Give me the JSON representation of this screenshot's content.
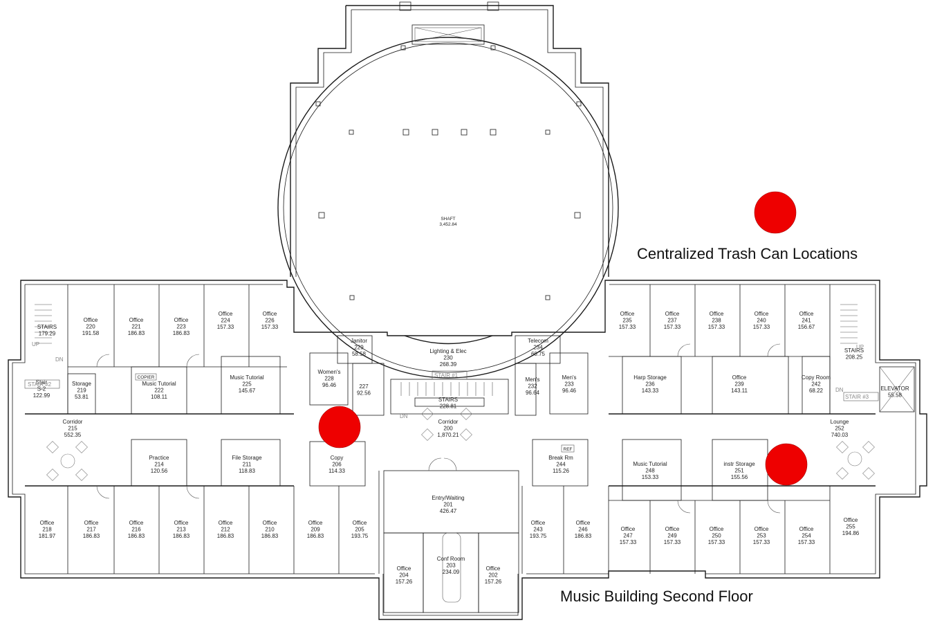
{
  "title": "Music Building  Second Floor",
  "legend": {
    "label": "Centralized Trash Can Locations",
    "color": "#ee0000"
  },
  "shaft": {
    "name": "SHAFT",
    "area": "3,452.84",
    "top_label": "SHAFT"
  },
  "stairs": [
    "STAIR #1",
    "STAIR #2",
    "STAIR #3"
  ],
  "notes": {
    "up": "UP",
    "dn": "DN",
    "copier": "COPIER",
    "ref": "REF"
  },
  "rooms": [
    {
      "name": "STAIRS",
      "num": "",
      "area": "179.29"
    },
    {
      "name": "Office",
      "num": "220",
      "area": "191.58"
    },
    {
      "name": "Office",
      "num": "221",
      "area": "186.83"
    },
    {
      "name": "Office",
      "num": "223",
      "area": "186.83"
    },
    {
      "name": "Office",
      "num": "224",
      "area": "157.33"
    },
    {
      "name": "Office",
      "num": "226",
      "area": "157.33"
    },
    {
      "name": "Stair",
      "num": "S-2",
      "area": "122.99"
    },
    {
      "name": "Storage",
      "num": "219",
      "area": "53.81"
    },
    {
      "name": "Music Tutorial",
      "num": "222",
      "area": "108.11"
    },
    {
      "name": "Music Tutorial",
      "num": "225",
      "area": "145.67"
    },
    {
      "name": "Janitor",
      "num": "229",
      "area": "58.58"
    },
    {
      "name": "Lighting & Elec",
      "num": "230",
      "area": "268.39"
    },
    {
      "name": "Telecom",
      "num": "234",
      "area": "60.75"
    },
    {
      "name": "Women's",
      "num": "228",
      "area": "96.46"
    },
    {
      "name": "",
      "num": "227",
      "area": "92.56"
    },
    {
      "name": "STAIRS",
      "num": "",
      "area": "228.81"
    },
    {
      "name": "Men's",
      "num": "232",
      "area": "96.64"
    },
    {
      "name": "Men's",
      "num": "233",
      "area": "96.46"
    },
    {
      "name": "Office",
      "num": "235",
      "area": "157.33"
    },
    {
      "name": "Office",
      "num": "237",
      "area": "157.33"
    },
    {
      "name": "Office",
      "num": "238",
      "area": "157.33"
    },
    {
      "name": "Office",
      "num": "240",
      "area": "157.33"
    },
    {
      "name": "Office",
      "num": "241",
      "area": "156.67"
    },
    {
      "name": "STAIRS",
      "num": "",
      "area": "208.25"
    },
    {
      "name": "Harp Storage",
      "num": "236",
      "area": "143.33"
    },
    {
      "name": "Office",
      "num": "239",
      "area": "143.11"
    },
    {
      "name": "Copy Room",
      "num": "242",
      "area": "68.22"
    },
    {
      "name": "ELEVATOR",
      "num": "",
      "area": "55.58"
    },
    {
      "name": "Corridor",
      "num": "215",
      "area": "552.35"
    },
    {
      "name": "Corridor",
      "num": "200",
      "area": "1,870.21"
    },
    {
      "name": "Lounge",
      "num": "252",
      "area": "740.03"
    },
    {
      "name": "Practice",
      "num": "214",
      "area": "120.56"
    },
    {
      "name": "File Storage",
      "num": "211",
      "area": "118.83"
    },
    {
      "name": "Copy",
      "num": "206",
      "area": "114.33"
    },
    {
      "name": "Break Rm",
      "num": "244",
      "area": "115.26"
    },
    {
      "name": "Music Tutorial",
      "num": "248",
      "area": "153.33"
    },
    {
      "name": "instr Storage",
      "num": "251",
      "area": "155.56"
    },
    {
      "name": "Office",
      "num": "218",
      "area": "181.97"
    },
    {
      "name": "Office",
      "num": "217",
      "area": "186.83"
    },
    {
      "name": "Office",
      "num": "216",
      "area": "186.83"
    },
    {
      "name": "Office",
      "num": "213",
      "area": "186.83"
    },
    {
      "name": "Office",
      "num": "212",
      "area": "186.83"
    },
    {
      "name": "Office",
      "num": "210",
      "area": "186.83"
    },
    {
      "name": "Office",
      "num": "209",
      "area": "186.83"
    },
    {
      "name": "Office",
      "num": "205",
      "area": "193.75"
    },
    {
      "name": "Entry/Waiting",
      "num": "201",
      "area": "426.47"
    },
    {
      "name": "Office",
      "num": "243",
      "area": "193.75"
    },
    {
      "name": "Office",
      "num": "246",
      "area": "186.83"
    },
    {
      "name": "Office",
      "num": "247",
      "area": "157.33"
    },
    {
      "name": "Office",
      "num": "249",
      "area": "157.33"
    },
    {
      "name": "Office",
      "num": "250",
      "area": "157.33"
    },
    {
      "name": "Office",
      "num": "253",
      "area": "157.33"
    },
    {
      "name": "Office",
      "num": "254",
      "area": "157.33"
    },
    {
      "name": "Office",
      "num": "255",
      "area": "194.86"
    },
    {
      "name": "Office",
      "num": "204",
      "area": "157.26"
    },
    {
      "name": "Conf Room",
      "num": "203",
      "area": "234.09"
    },
    {
      "name": "Office",
      "num": "202",
      "area": "157.26"
    }
  ]
}
